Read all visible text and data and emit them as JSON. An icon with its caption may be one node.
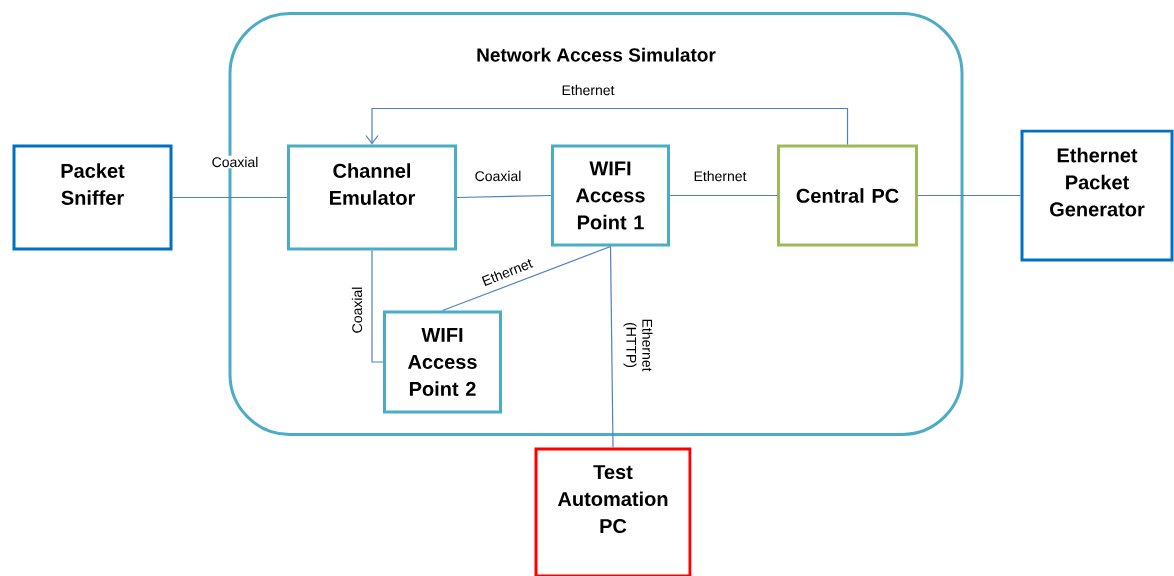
{
  "diagram": {
    "nodes": [
      {
        "text": [
          "Network Access Simulator"
        ]
      },
      {
        "text": [
          "Packet Sniffer"
        ]
      },
      {
        "text": [
          "Channel Emulator"
        ],
        "in": 0
      },
      {
        "text": [
          "WIFI Access Point 1"
        ],
        "in": 0
      },
      {
        "text": [
          "Central PC"
        ],
        "in": 0
      },
      {
        "text": [
          "WIFI Access Point 2"
        ],
        "in": 0
      },
      {
        "text": [
          "Ethernet Packet Generator"
        ]
      },
      {
        "text": [
          "Test Automation PC"
        ]
      }
    ],
    "edges": [
      {
        "from": 1,
        "to": 2,
        "arrow": "none",
        "label": "Coaxial"
      },
      {
        "from": 2,
        "to": 3,
        "arrow": "none",
        "label": "Coaxial"
      },
      {
        "from": 3,
        "to": 4,
        "arrow": "none",
        "label": "Ethernet"
      },
      {
        "from": 4,
        "to": 2,
        "arrow": "to",
        "label": "Ethernet"
      },
      {
        "from": 2,
        "to": 5,
        "arrow": "none",
        "label": "Coaxial"
      },
      {
        "from": 3,
        "to": 5,
        "arrow": "none",
        "label": "Ethernet"
      },
      {
        "from": 3,
        "to": 7,
        "arrow": "none",
        "label": "Ethernet (HTTP)"
      },
      {
        "from": 4,
        "to": 6,
        "arrow": "none"
      }
    ]
  }
}
